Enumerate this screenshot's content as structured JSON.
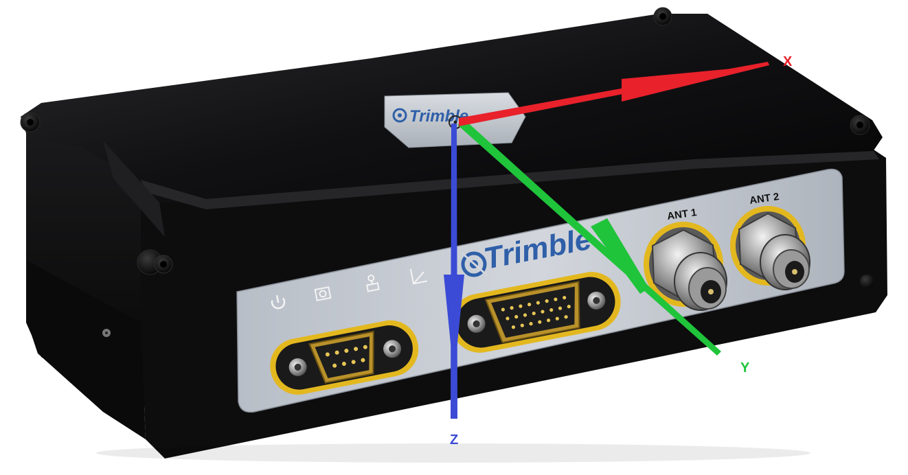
{
  "device": {
    "brand": "Trimble",
    "lid_brand": "Trimble",
    "ports": {
      "ant1": "ANT 1",
      "ant2": "ANT 2"
    }
  },
  "axes": {
    "x": {
      "label": "X",
      "color": "#e8212b"
    },
    "y": {
      "label": "Y",
      "color": "#1fc43a"
    },
    "z": {
      "label": "Z",
      "color": "#3b4bd6"
    }
  },
  "colors": {
    "body": "#141414",
    "panel": "#c9ced6",
    "brand_blue": "#2f5fa8",
    "connector_gold": "#e3b81f",
    "nickel": "#c7c7c7"
  },
  "icons": [
    "power-icon",
    "camera-icon",
    "radio-icon",
    "angle-icon"
  ]
}
